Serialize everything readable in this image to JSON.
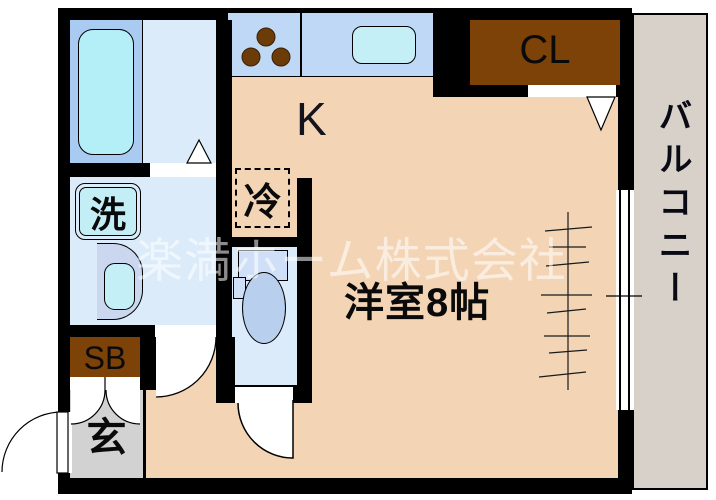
{
  "watermark": "楽満ホーム株式会社",
  "labels": {
    "kitchen": "K",
    "closet": "CL",
    "fridge": "冷",
    "washer": "洗",
    "shoe_box": "SB",
    "entrance": "玄",
    "main_room": "洋室8帖",
    "balcony": "バルコニー"
  },
  "colors": {
    "wall": "#000000",
    "floor": "#f3d5b5",
    "wet_floor": "#dcebfa",
    "bath_zone": "#a9cbf2",
    "counter": "#bfd8f5",
    "fixture_cyan": "#b4eff8",
    "storage_brown": "#7c4208",
    "entrance_gray": "#d2d2d2",
    "balcony_gray": "#d7d1c9",
    "watermark": "rgba(255,255,255,0.55)"
  }
}
